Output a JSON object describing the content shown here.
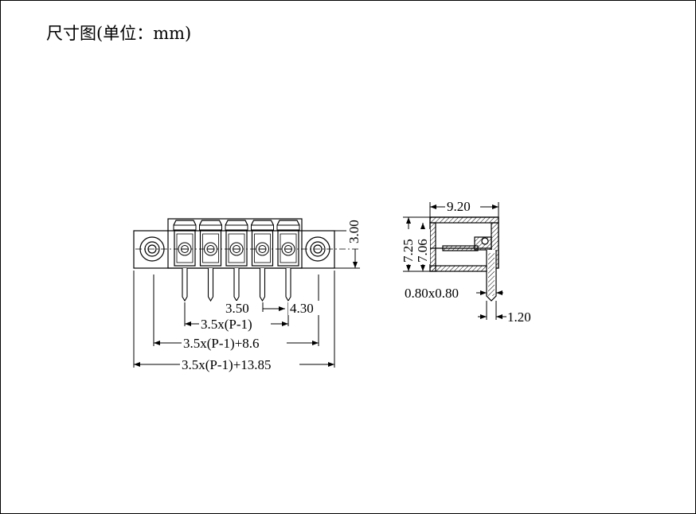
{
  "title": "尺寸图(单位：mm)",
  "dims": {
    "pitch": "3.50",
    "edge": "4.30",
    "pin_span": "3.5x(P-1)",
    "body_len": "3.5x(P-1)+8.6",
    "total_len": "3.5x(P-1)+13.85",
    "front_offset": "3.00",
    "side_width": "9.20",
    "side_height1": "7.25",
    "side_height2": "7.06",
    "pin_section": "0.80x0.80",
    "pin_offset": "1.20"
  },
  "pin_count": 5
}
